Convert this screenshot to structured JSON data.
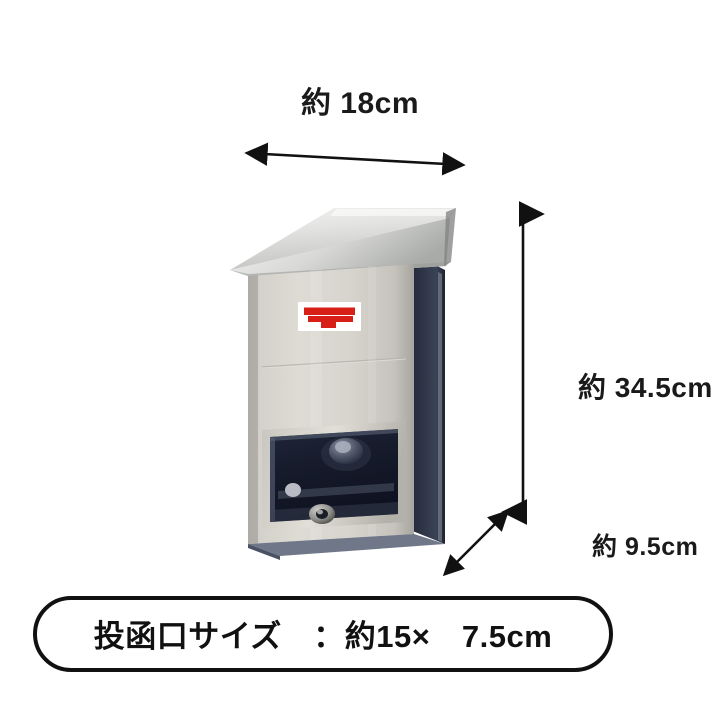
{
  "background_color": "#ffffff",
  "dimensions": {
    "width_label": "約 18cm",
    "height_label": "約 34.5cm",
    "depth_label": "約 9.5cm"
  },
  "arrows": {
    "width_arrow_name": "double-headed-horizontal-arrow",
    "height_arrow_name": "double-headed-vertical-arrow",
    "depth_arrow_name": "double-headed-diagonal-arrow",
    "color": "#111111"
  },
  "product": {
    "name": "stainless-steel-wall-mailbox",
    "roof_color": "#dcdcdc",
    "body_front_color": "#cfc9c3",
    "body_side_color": "#2b3140",
    "slot_color": "#1b2030",
    "postal_mark": {
      "symbol": "〒",
      "color": "#d81f17",
      "plate_color": "#ffffff"
    }
  },
  "banner": {
    "text": "投函口サイズ　：約15×　7.5cm",
    "border_color": "#111111",
    "background_color": "#ffffff"
  }
}
